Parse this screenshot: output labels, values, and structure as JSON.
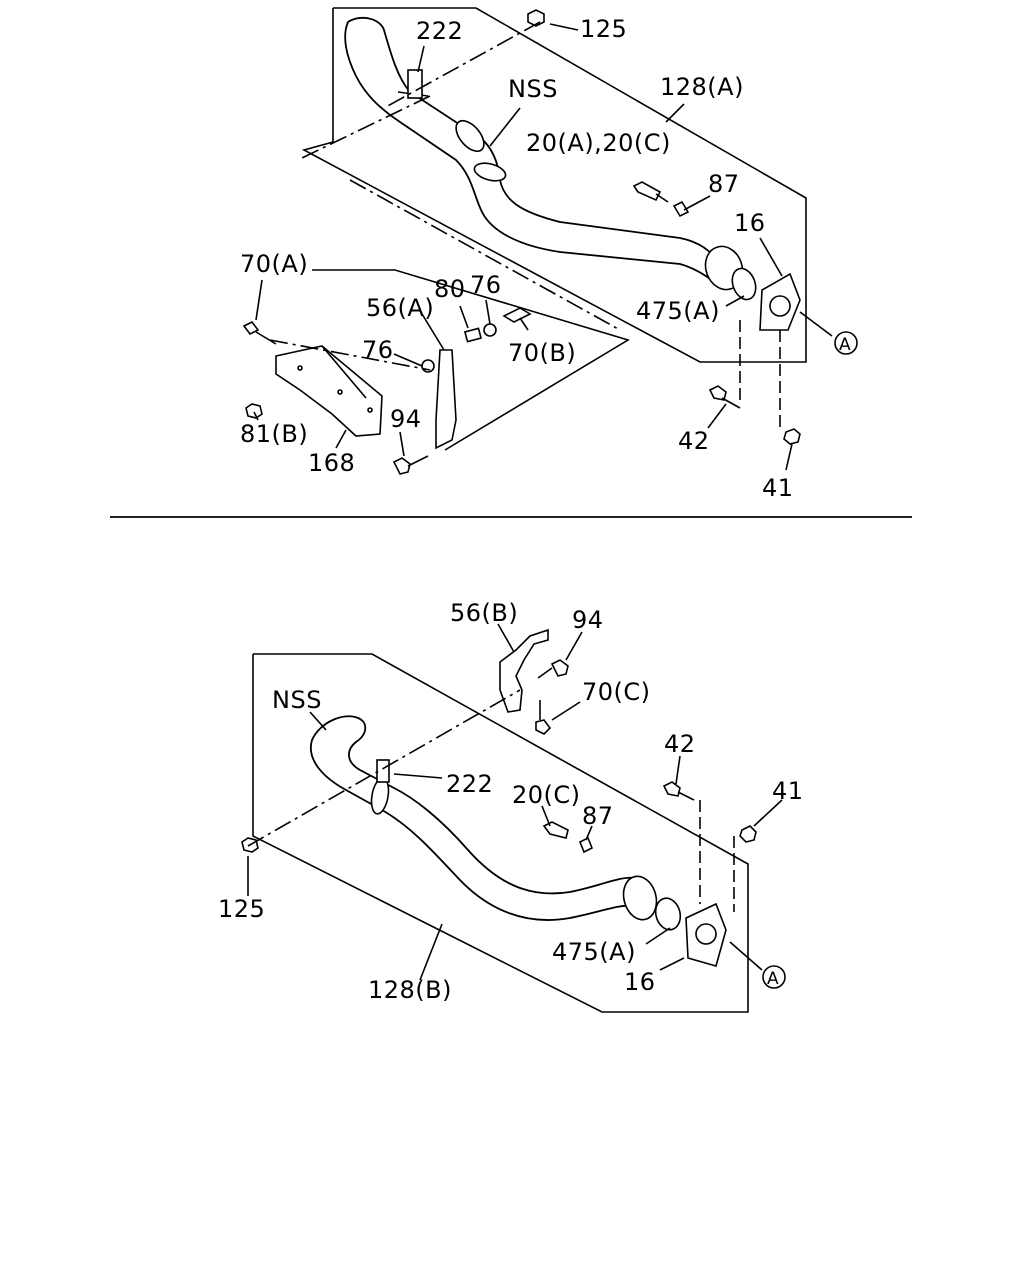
{
  "upper_assembly": {
    "labels": {
      "p222": "222",
      "p125": "125",
      "nss": "NSS",
      "p128a": "128(A)",
      "p20ac": "20(A),20(C)",
      "p87": "87",
      "p16": "16",
      "p475a": "475(A)",
      "p70a": "70(A)",
      "p56a": "56(A)",
      "p80": "80",
      "p76a": "76",
      "p76b": "76",
      "p70b": "70(B)",
      "p81b": "81(B)",
      "p168": "168",
      "p94": "94",
      "p42": "42",
      "p41": "41",
      "ref_a": "A"
    }
  },
  "lower_assembly": {
    "labels": {
      "p56b": "56(B)",
      "p94": "94",
      "p70c": "70(C)",
      "nss": "NSS",
      "p222": "222",
      "p42": "42",
      "p41": "41",
      "p20c": "20(C)",
      "p87": "87",
      "p125": "125",
      "p475a": "475(A)",
      "p16": "16",
      "p128b": "128(B)",
      "ref_a": "A"
    }
  }
}
